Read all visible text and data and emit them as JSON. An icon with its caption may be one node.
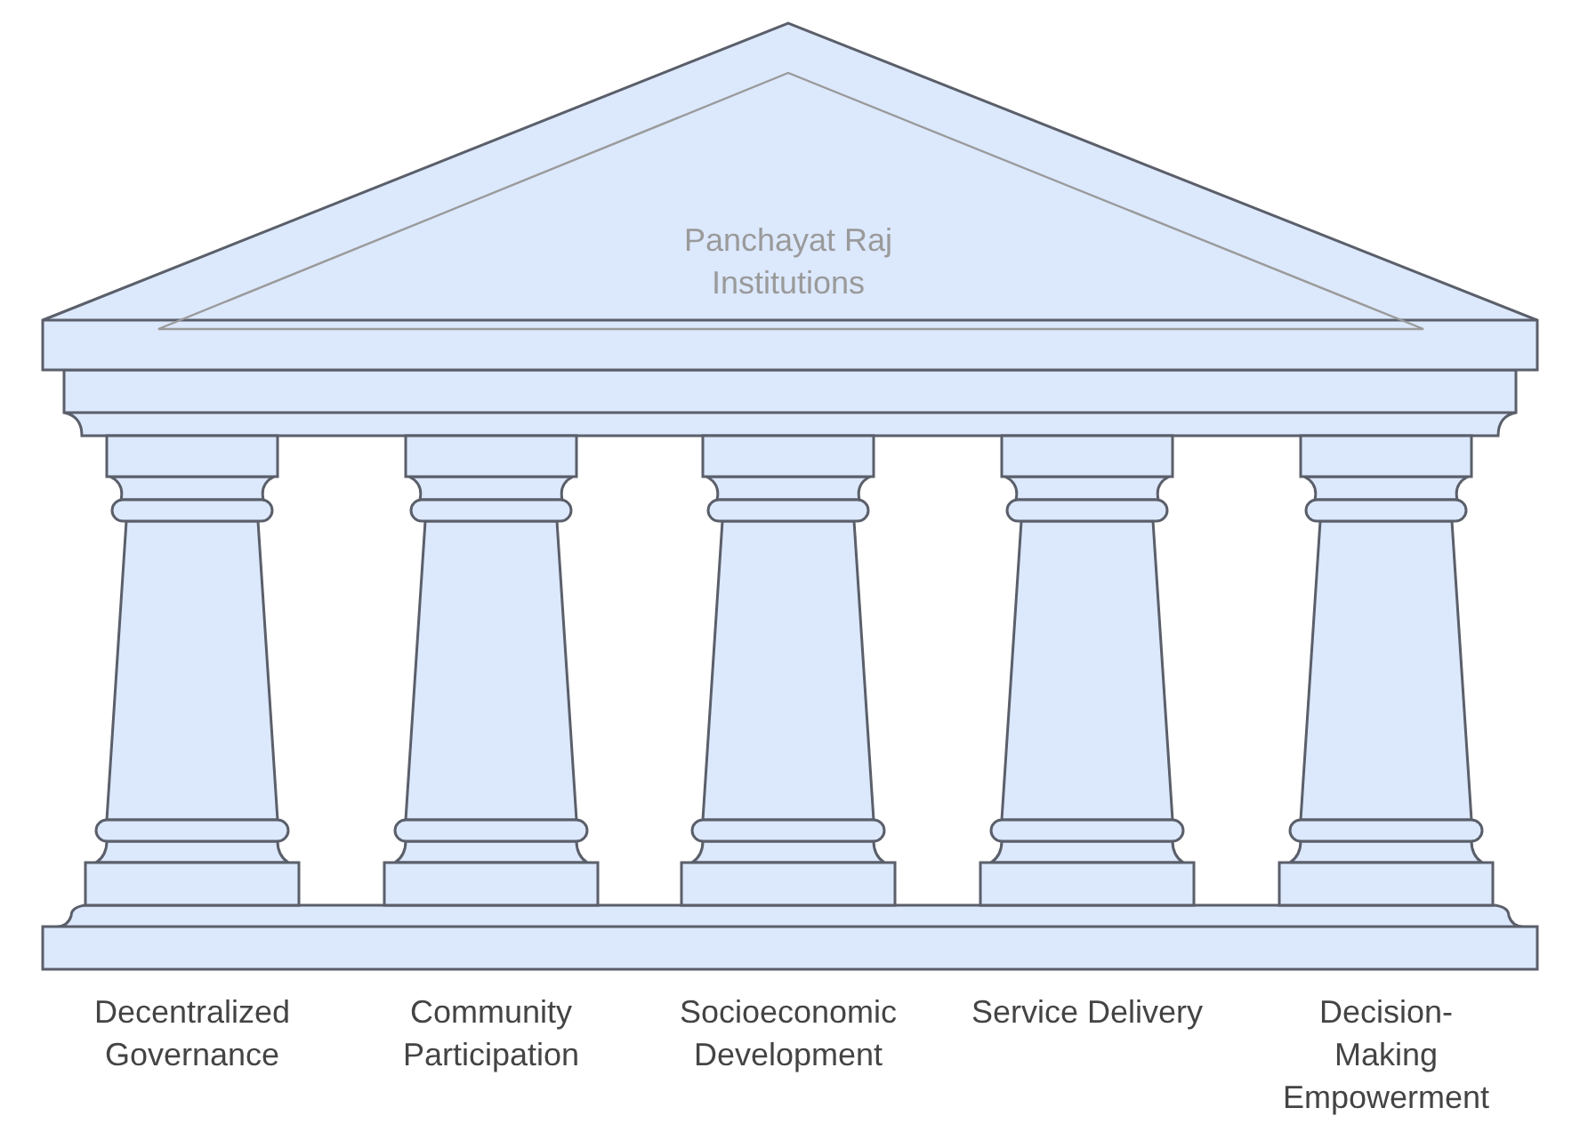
{
  "diagram": {
    "nodes": [
      {
        "text": [
          "Panchayat Raj Institutions"
        ]
      },
      {
        "text": [
          "Decentralized Governance"
        ]
      },
      {
        "text": [
          "Community Participation"
        ]
      },
      {
        "text": [
          "Socioeconomic Development"
        ]
      },
      {
        "text": [
          "Service Delivery"
        ]
      },
      {
        "text": [
          "Decision-Making Empowerment"
        ]
      }
    ]
  }
}
